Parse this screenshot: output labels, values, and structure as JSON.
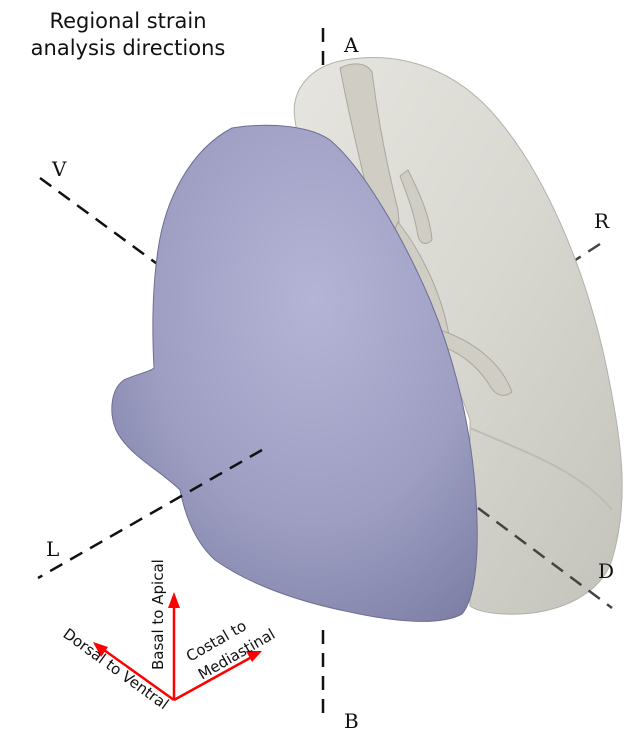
{
  "title": {
    "line1": "Regional strain",
    "line2": "analysis directions"
  },
  "axes": {
    "apical": "A",
    "basal": "B",
    "ventral": "V",
    "dorsal": "D",
    "right": "R",
    "left": "L"
  },
  "direction_arrows": {
    "basal_to_apical": "Basal to Apical",
    "costal_to_mediastinal_1": "Costal to",
    "costal_to_mediastinal_2": "Mediastinal",
    "dorsal_to_ventral": "Dorsal to Ventral"
  },
  "colors": {
    "left_lung": "#a2a3c6",
    "right_lung": "#d9d8d1",
    "airway": "#cfcdc4",
    "arrow": "#ff0000",
    "axis_line": "#111111"
  }
}
